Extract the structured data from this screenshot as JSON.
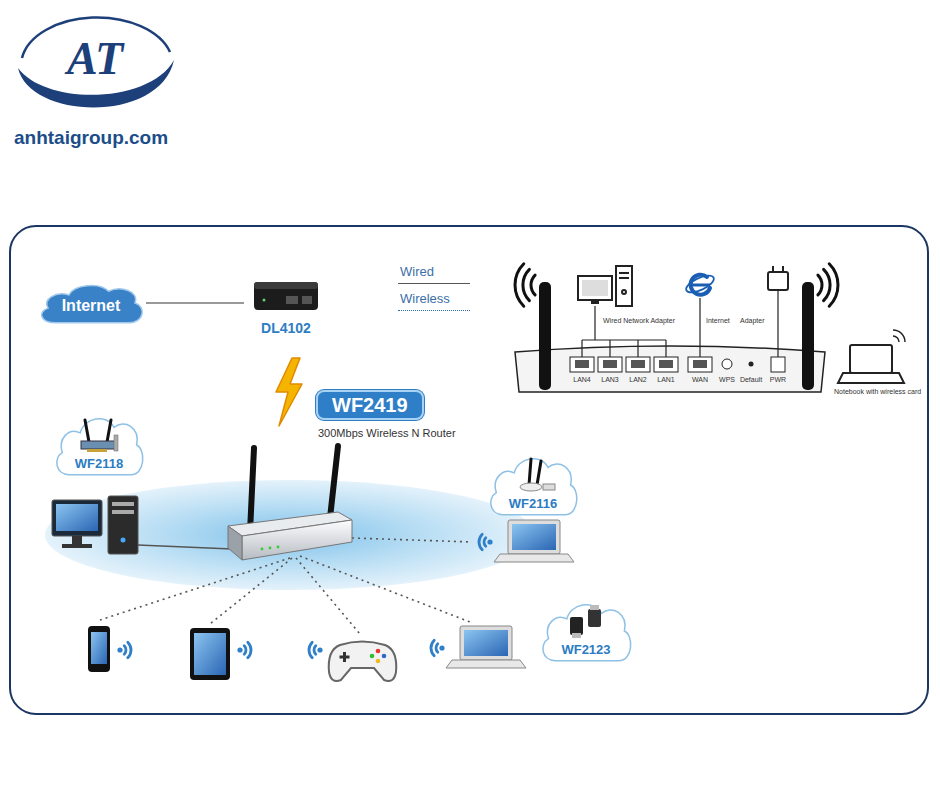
{
  "diagram": {
    "nodes": [
      {
        "text": [
          "Internet"
        ]
      },
      {
        "text": [
          "DL4102"
        ]
      },
      {
        "text": [
          "WF2419",
          "300Mbps Wireless N Router"
        ]
      },
      {
        "text": [
          "WF2118"
        ]
      },
      {
        "text": [
          "WF2116"
        ]
      },
      {
        "text": [
          "WF2123"
        ]
      }
    ],
    "edges": [
      {
        "from": 0,
        "to": 1,
        "arrow": "none"
      }
    ],
    "labels": [
      "AT",
      "anhtaigroup.com",
      "Wired Network Adapter",
      "Internet",
      "Adapter",
      "LAN4",
      "LAN3",
      "LAN2",
      "LAN1",
      "WAN",
      "WPS",
      "Default",
      "PWR",
      "Notebook with wireless card"
    ],
    "legend": [
      {
        "text": "Wired"
      },
      {
        "text": "Wireless"
      }
    ]
  }
}
